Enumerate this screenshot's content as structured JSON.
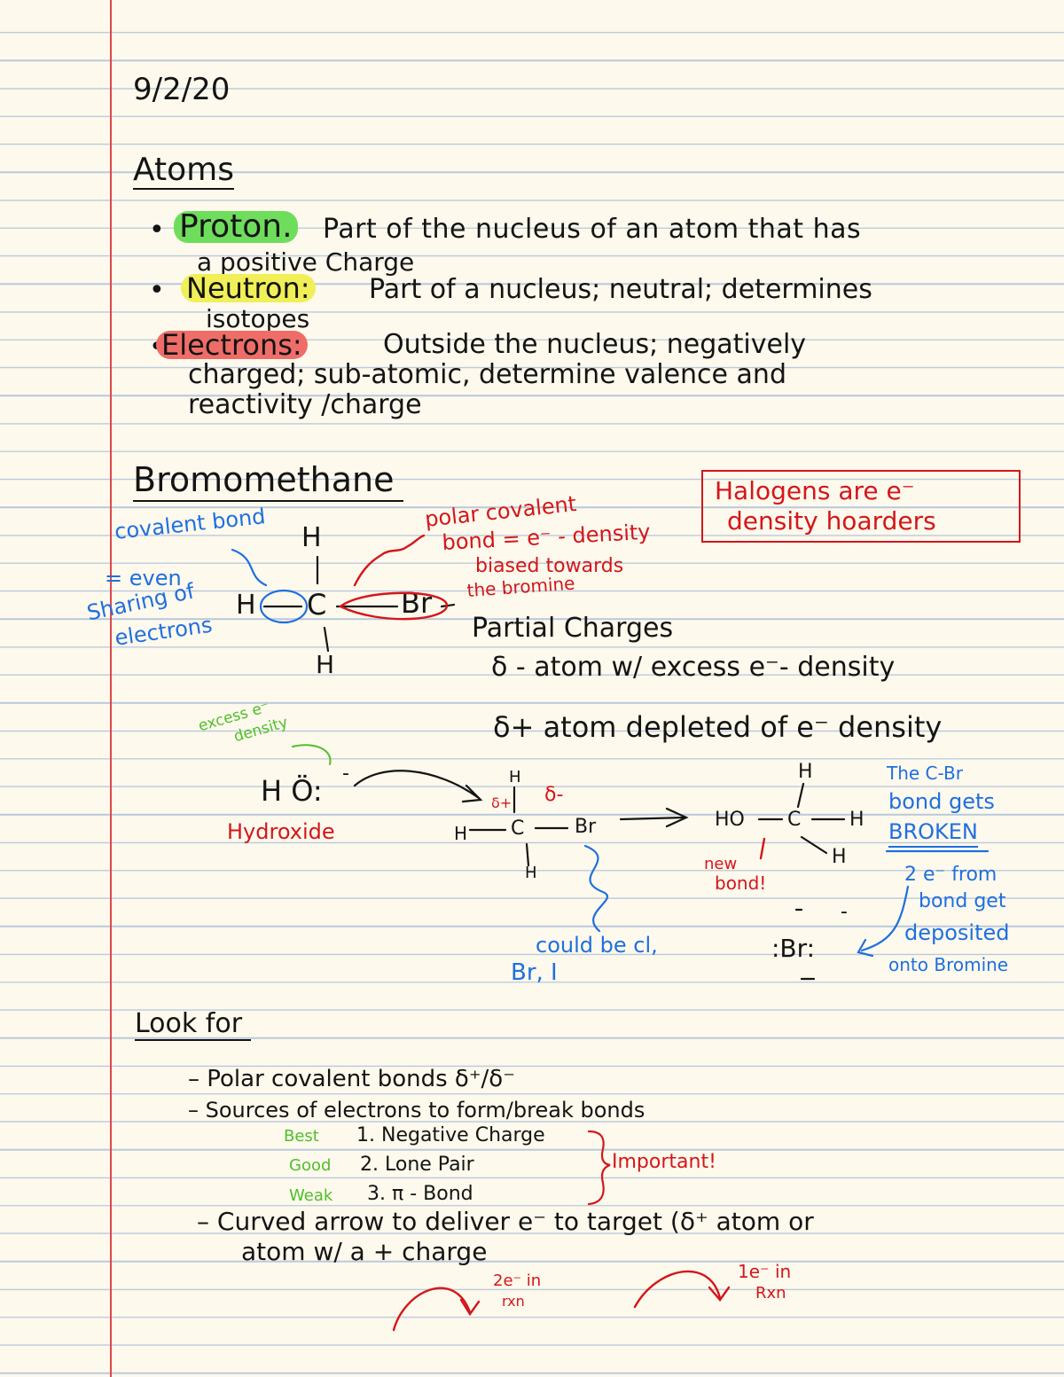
{
  "date": "9/2/20",
  "atoms": {
    "heading": "Atoms",
    "bullet": "•",
    "proton": {
      "term": "Proton.",
      "def1": "Part of the nucleus of an atom that has",
      "def2": "a positive Charge"
    },
    "neutron": {
      "term": "Neutron:",
      "def1": "Part of a nucleus; neutral; determines",
      "def2": "isotopes"
    },
    "electrons": {
      "term": "Electrons:",
      "def1": "Outside the nucleus; negatively",
      "def2": "charged; sub-atomic, determine valence and",
      "def3": "reactivity /charge"
    }
  },
  "bromomethane": {
    "heading": "Bromomethane",
    "note_box": [
      "Halogens are e⁻",
      "density hoarders"
    ],
    "covalent_bond": {
      "label": "covalent bond",
      "even": "= even",
      "sharing": "Sharing of",
      "electrons": "electrons"
    },
    "polar_covalent": [
      "polar covalent",
      "bond = e⁻ - density",
      "biased towards",
      "the bromine"
    ],
    "molecule": {
      "h_top": "H",
      "h_left": "H",
      "c": "C",
      "br": "Br",
      "h_bottom": "H"
    },
    "partial_charges": {
      "heading": "Partial Charges",
      "delta_minus": "δ - atom w/ excess e⁻- density",
      "delta_plus": "δ+ atom depleted of e⁻ density"
    }
  },
  "reaction": {
    "excess_note": [
      "excess e⁻",
      "density"
    ],
    "hydroxide_formula": "H Ö:",
    "hydroxide_charge": "-",
    "hydroxide_label": "Hydroxide",
    "reactant": {
      "h_top": "H",
      "h_left": "H",
      "c": "C",
      "br": "Br",
      "h_bottom": "H",
      "d_plus": "δ+",
      "d_minus": "δ-"
    },
    "halide_note": [
      "could be cl,",
      "Br, I"
    ],
    "product": {
      "ho": "HO",
      "c": "C",
      "h_top": "H",
      "h_right": "H",
      "h_lower": "H"
    },
    "new_bond": [
      "new",
      "bond!"
    ],
    "bromide": ":Br:",
    "bromide_charge": "-",
    "bond_broken": [
      "The C-Br",
      "bond gets",
      "BROKEN"
    ],
    "electrons_note": [
      "2 e⁻ from",
      "bond get",
      "deposited",
      "onto Bromine"
    ]
  },
  "look_for": {
    "heading": "Look for",
    "items": [
      "– Polar covalent bonds δ⁺/δ⁻",
      "– Sources of electrons to form/break bonds"
    ],
    "ranked": [
      {
        "rank": "Best",
        "text": "1. Negative Charge"
      },
      {
        "rank": "Good",
        "text": "2. Lone Pair"
      },
      {
        "rank": "Weak",
        "text": "3. π - Bond"
      }
    ],
    "important": "Important!",
    "curved_arrow": [
      "– Curved arrow to deliver e⁻ to target (δ⁺ atom or",
      "atom w/ a + charge"
    ],
    "arrow_labels": [
      [
        "2e⁻ in",
        "rxn"
      ],
      [
        "1e⁻ in",
        "Rxn"
      ]
    ]
  },
  "colors": {
    "ink": "#141414",
    "red": "#d4161b",
    "blue": "#1f6fe0",
    "green": "#4fbf2a",
    "highlight_green": "#6fdd5c",
    "highlight_yellow": "#f0ef58",
    "highlight_red": "#ef6d68",
    "margin": "#e0474c"
  }
}
